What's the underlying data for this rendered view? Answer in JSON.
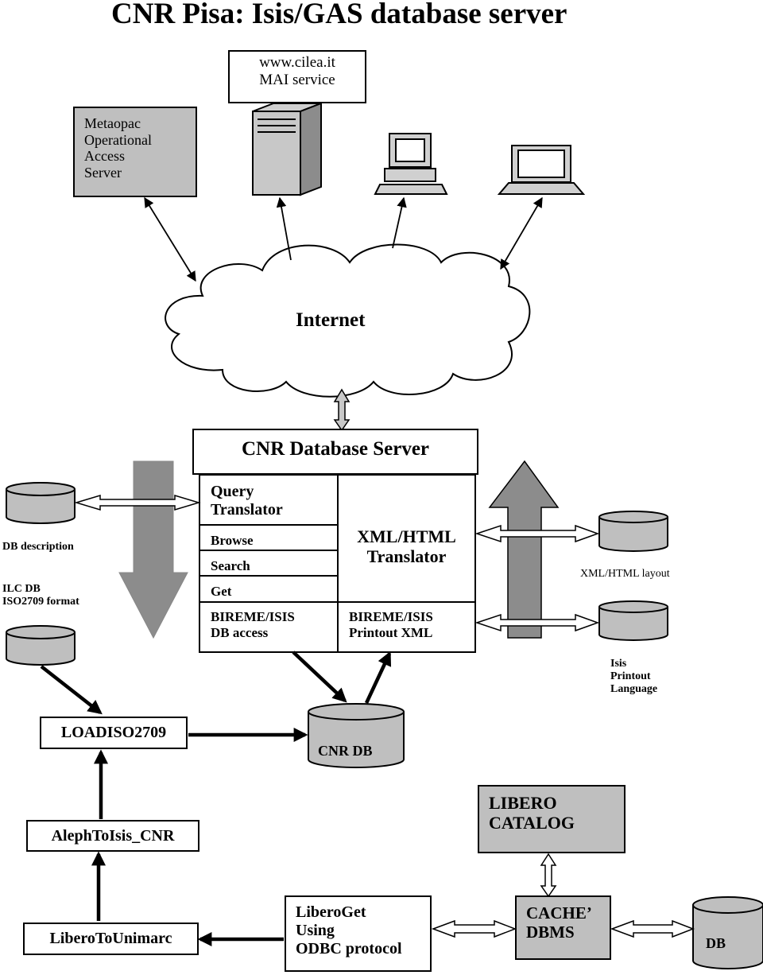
{
  "title": "CNR Pisa: Isis/GAS database server",
  "cilea": "www.cilea.it\nMAI service",
  "metaopac": "Metaopac\nOperational\nAccess\nServer",
  "internet": "Internet",
  "server": {
    "title": "CNR Database Server",
    "query_translator": "Query\nTranslator",
    "browse": "Browse",
    "search": "Search",
    "get": "Get",
    "bireme_db_access": "BIREME/ISIS\nDB access",
    "xml_html_translator": "XML/HTML\nTranslator",
    "bireme_printout": "BIREME/ISIS\nPrintout XML"
  },
  "left_labels": {
    "db_description": "DB description",
    "ilc_db": "ILC DB\nISO2709 format"
  },
  "right_labels": {
    "xml_html_layout": "XML/HTML layout",
    "isis_printout": "Isis\nPrintout\nLanguage"
  },
  "cnr_db": "CNR DB",
  "loadiso": "LOADISO2709",
  "aleph": "AlephToIsis_CNR",
  "libero_unimarc": "LiberoToUnimarc",
  "liberoget": "LiberoGet\nUsing\nODBC protocol",
  "libero_catalog": "LIBERO\nCATALOG",
  "cache_dbms": "CACHE’\nDBMS",
  "db": "DB",
  "colors": {
    "box_gray": "#bfbfbf",
    "arrow_gray": "#8c8c8c",
    "line": "#000000"
  }
}
